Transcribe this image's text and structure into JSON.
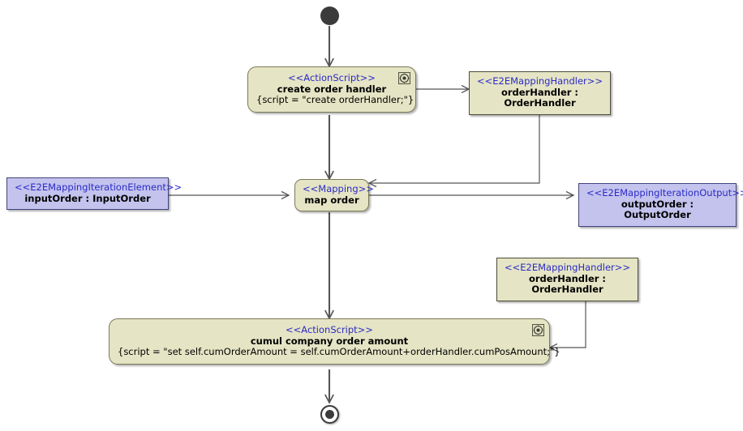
{
  "diagram": {
    "kind": "uml-activity-diagram",
    "background": "#ffffff",
    "colors": {
      "action_fill": "#e5e4c4",
      "action_stroke": "#7a7a58",
      "pin_fill": "#c3c3ee",
      "pin_stroke": "#43437e",
      "stereotype_text": "#2b2bc8",
      "label_text": "#000000",
      "connector": "#555555",
      "node_marker": "#3b3b3b"
    }
  },
  "nodes": {
    "initial": {
      "name": "initial-node"
    },
    "final": {
      "name": "final-node"
    },
    "create_order_handler": {
      "stereotype": "<<ActionScript>>",
      "name": "create order handler",
      "script": "{script = \"create orderHandler;\"}",
      "marker": "gear-icon"
    },
    "order_handler_top": {
      "stereotype": "<<E2EMappingHandler>>",
      "name": "orderHandler : OrderHandler"
    },
    "input_order": {
      "stereotype": "<<E2EMappingIterationElement>>",
      "name": "inputOrder : InputOrder"
    },
    "map_order": {
      "stereotype": "<<Mapping>>",
      "name": "map order"
    },
    "output_order": {
      "stereotype": "<<E2EMappingIterationOutput>>",
      "name": "outputOrder : OutputOrder"
    },
    "order_handler_bottom": {
      "stereotype": "<<E2EMappingHandler>>",
      "name": "orderHandler : OrderHandler"
    },
    "cumul_company_order_amount": {
      "stereotype": "<<ActionScript>>",
      "name": "cumul company order amount",
      "script": "{script = \"set self.cumOrderAmount = self.cumOrderAmount+orderHandler.cumPosAmount;\"}",
      "marker": "gear-icon"
    }
  },
  "edges": [
    {
      "name": "edge-initial-to-create",
      "from": "initial",
      "to": "create_order_handler"
    },
    {
      "name": "edge-create-to-orderhandler-top",
      "from": "create_order_handler",
      "to": "order_handler_top"
    },
    {
      "name": "edge-orderhandler-top-to-map",
      "from": "order_handler_top",
      "to": "map_order"
    },
    {
      "name": "edge-create-to-map",
      "from": "create_order_handler",
      "to": "map_order"
    },
    {
      "name": "edge-inputorder-to-map",
      "from": "input_order",
      "to": "map_order"
    },
    {
      "name": "edge-map-to-outputorder",
      "from": "map_order",
      "to": "output_order"
    },
    {
      "name": "edge-map-to-cumul",
      "from": "map_order",
      "to": "cumul_company_order_amount"
    },
    {
      "name": "edge-orderhandler-bottom-to-cumul",
      "from": "order_handler_bottom",
      "to": "cumul_company_order_amount"
    },
    {
      "name": "edge-cumul-to-final",
      "from": "cumul_company_order_amount",
      "to": "final"
    }
  ]
}
